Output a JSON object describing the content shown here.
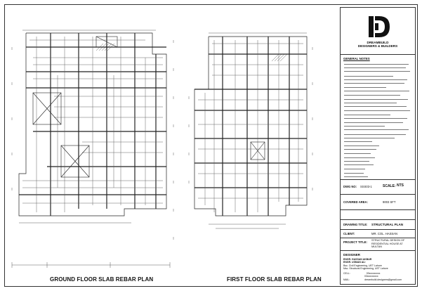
{
  "plans": {
    "left_title": "GROUND FLOOR SLAB REBAR PLAN",
    "right_title": "FIRST FLOOR SLAB REBAR PLAN"
  },
  "title_block": {
    "company_line1": "DREAMBUILD",
    "company_line2": "DESIGNERS & BUILDERS",
    "notes_heading": "GENERAL NOTES",
    "dwg_no_label": "DWG NO:",
    "dwg_no_value": "SSS03-1",
    "scale_label": "SCALE:",
    "scale_value": "NTS",
    "covered_area_label": "COVERED AREA:",
    "covered_area_value": "9003 SFT",
    "drawing_title_label": "DRAWING TITLE:",
    "drawing_title_value": "STRUCTURAL PLAN",
    "client_label": "CLIENT:",
    "client_value": "MR. COL. HASSAN",
    "project_title_label": "PROJECT TITLE:",
    "project_title_line1": "STRUCTURAL DESIGN OF",
    "project_title_line2": "RESIDENTIAL HOUSE AT",
    "project_title_line3": "MULTAN",
    "designer_heading": "DESIGNER",
    "designer_name1": "ENGR. HASSAN AKBAR",
    "designer_name2": "ENGR. USMAN ALI",
    "designer_degree1": "Bsc. Civil Engineering, UET Lahore",
    "designer_degree2": "Msc. Structural Engineering, UET Lahore",
    "designer_contact": "CELL:",
    "designer_phone1": "03xxxxxxxxx",
    "designer_phone2": "03xxxxxxxxx",
    "designer_mail_label": "MAIL:",
    "designer_mail": "dreambuild.designers@gmail.com"
  }
}
